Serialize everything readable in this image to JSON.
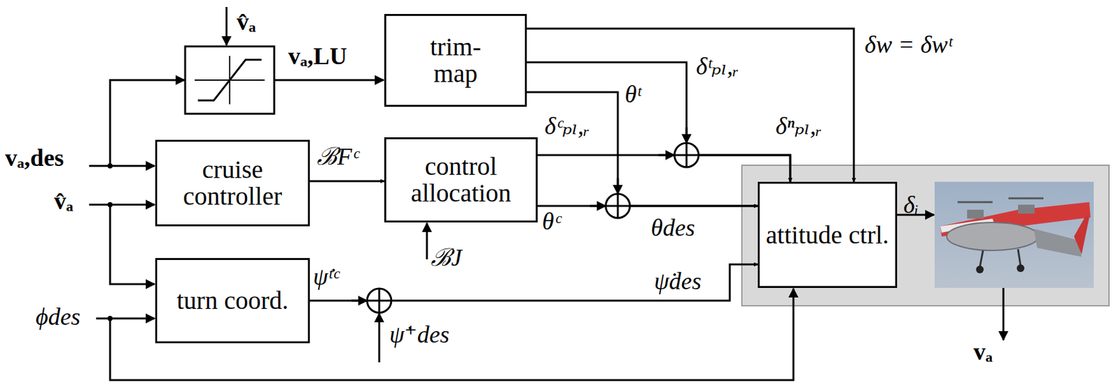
{
  "diagram": {
    "nodes": [
      {
        "text": [
          "cruise controller"
        ]
      },
      {
        "text": [
          "trim- map"
        ]
      },
      {
        "text": [
          "control allocation"
        ]
      },
      {
        "text": [
          "turn coord."
        ]
      },
      {
        "text": [
          "attitude ctrl."
        ]
      }
    ],
    "edges": [
      {
        "from": 0,
        "to": 2,
        "label": "ℬFᶜ",
        "arrow": "to"
      },
      {
        "from": 2,
        "to": 4,
        "label": "δᶜₚₗ,ᵣ",
        "arrow": "to"
      },
      {
        "from": 2,
        "to": 4,
        "label": "θᶜ",
        "arrow": "to"
      },
      {
        "from": 1,
        "to": 4,
        "label": "δw = δwᵗ",
        "arrow": "to"
      },
      {
        "from": 1,
        "to": 4,
        "label": "δᵗₚₗ,ᵣ",
        "arrow": "to"
      },
      {
        "from": 1,
        "to": 4,
        "label": "θᵗ",
        "arrow": "to"
      },
      {
        "from": 3,
        "to": 4,
        "label": "ψ̇ᵗᶜ",
        "arrow": "to"
      }
    ],
    "labels": [
      "v̂ₐ",
      "vₐ,LU",
      "δⁿₚₗ,ᵣ",
      "θdes",
      "vₐ,des",
      "v̂ₐ",
      "ℬJ",
      "ψ̇des",
      "ψ̇⁺des",
      "ϕdes",
      "δᵢ",
      "vₐ"
    ]
  }
}
